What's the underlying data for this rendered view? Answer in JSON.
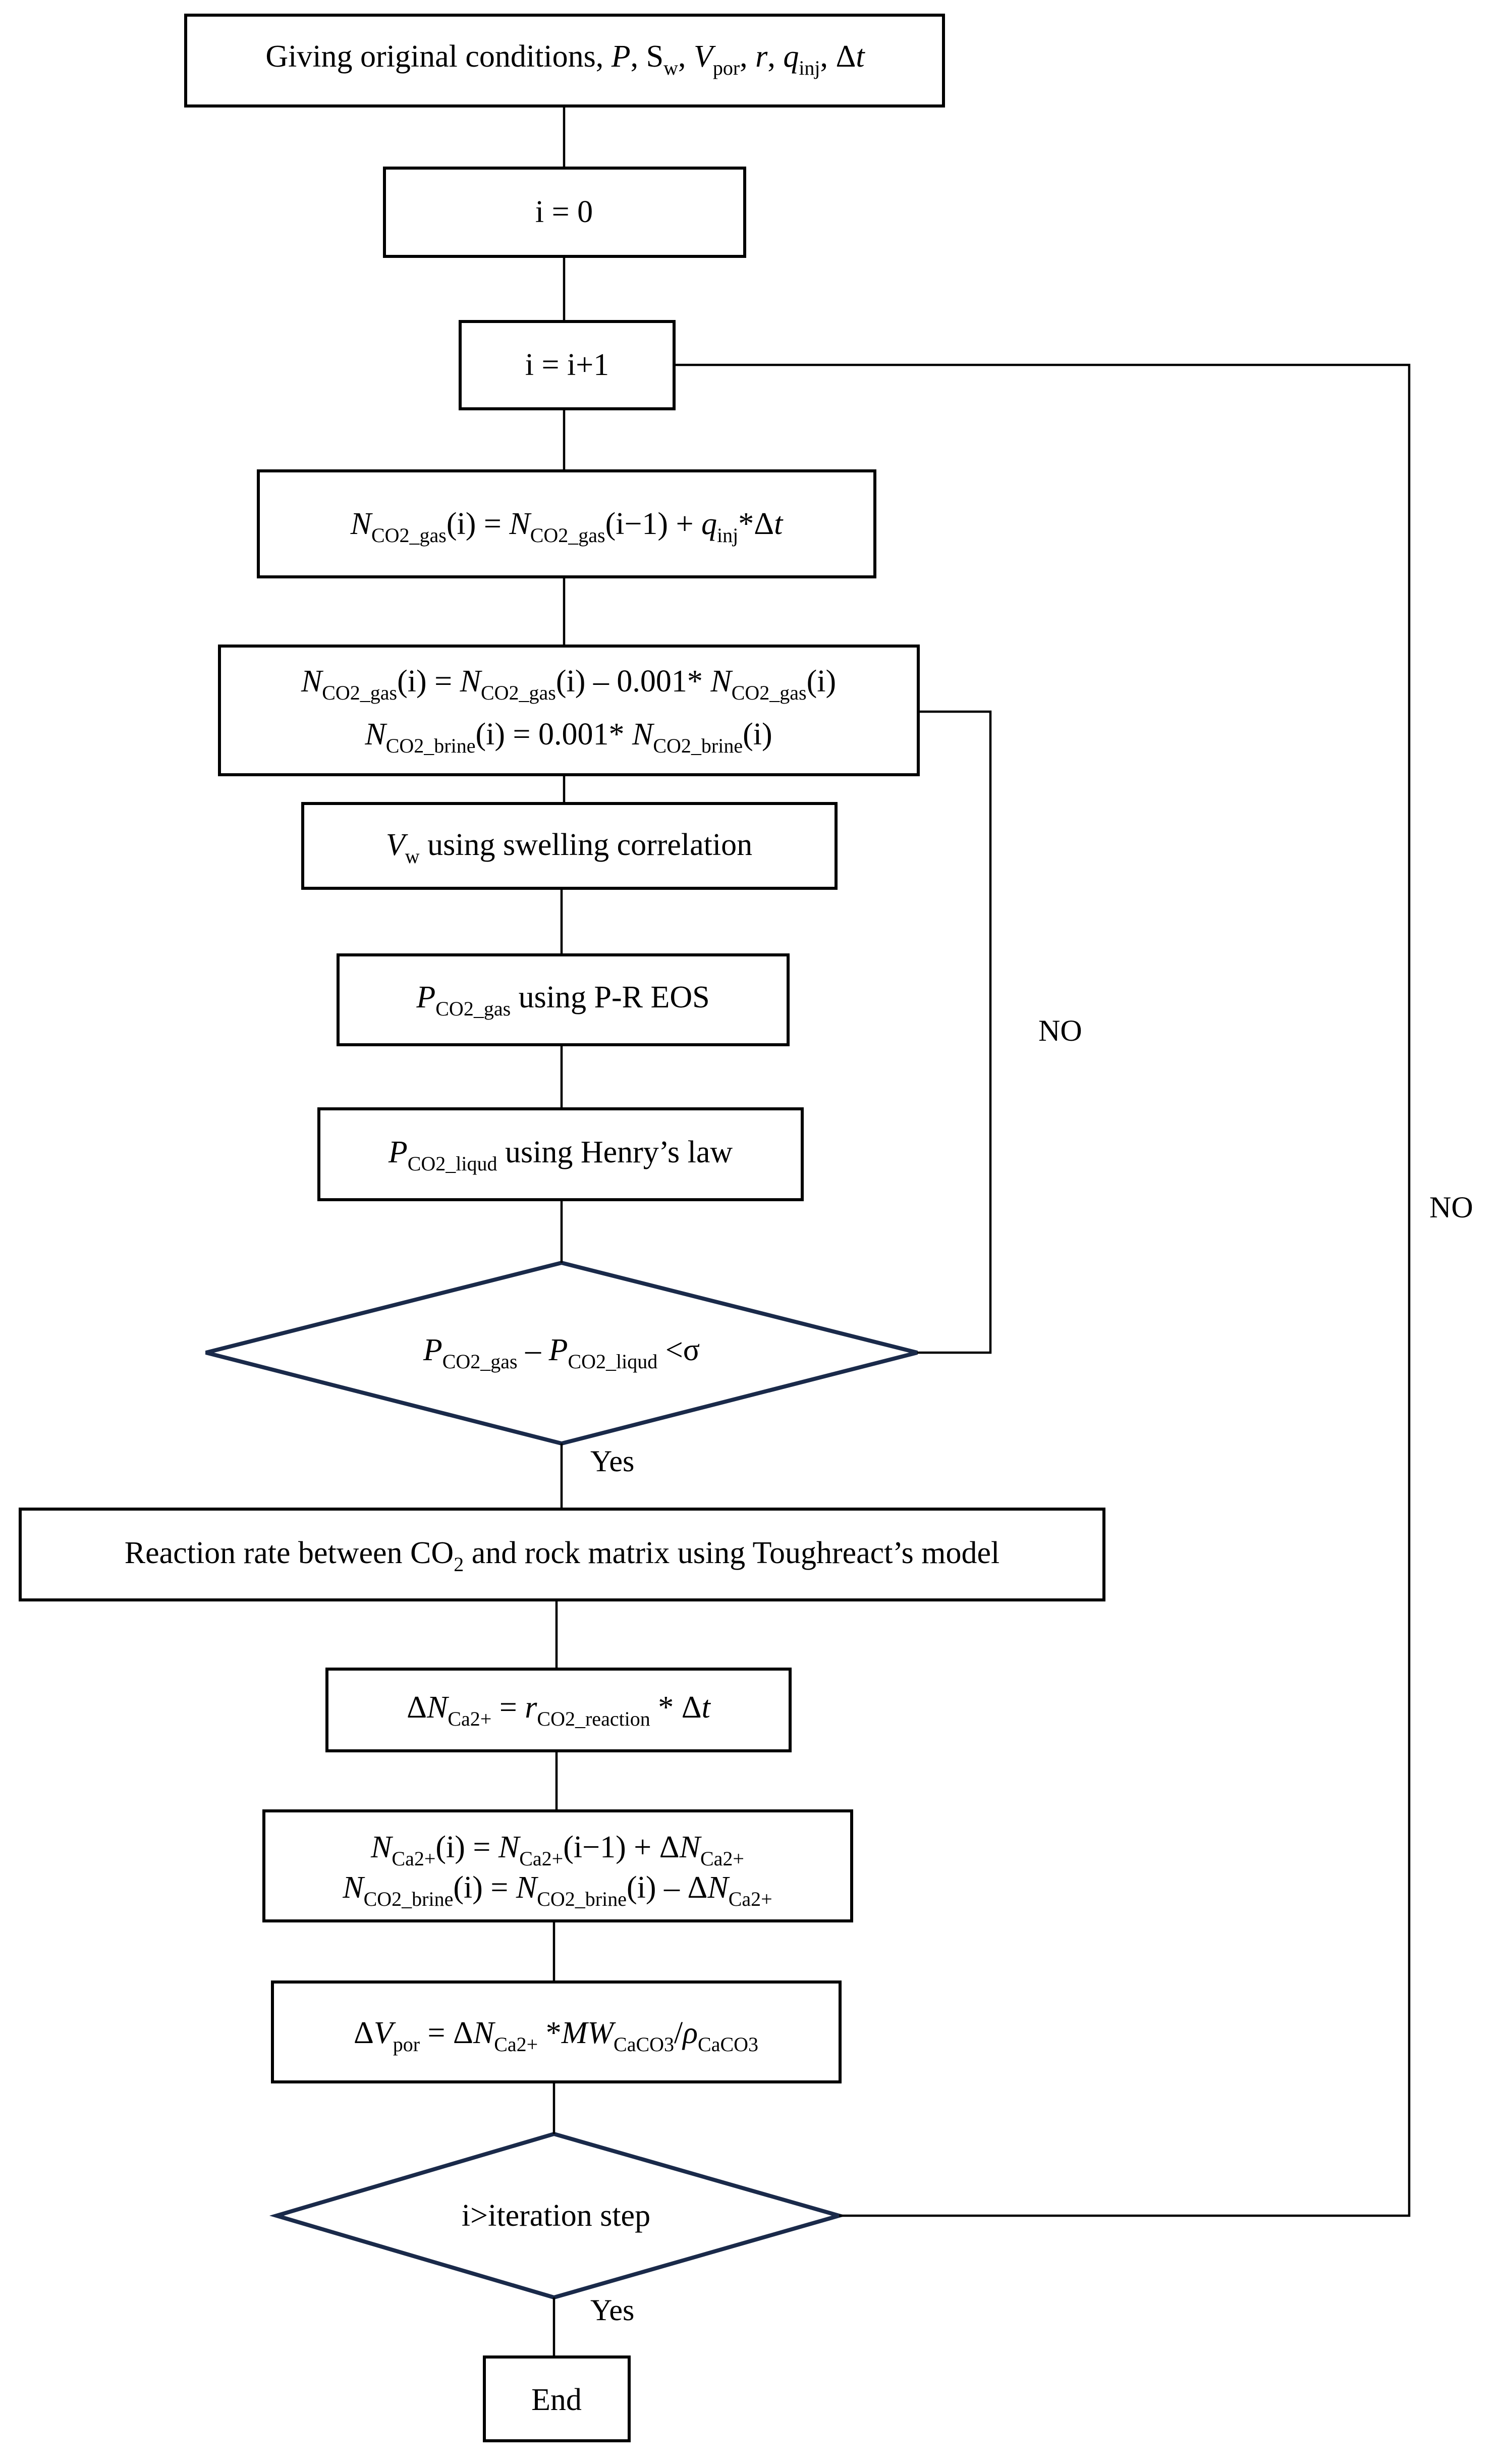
{
  "diagram": {
    "nodes": {
      "start": {
        "parts": [
          {
            "t": "Giving original conditions, "
          },
          {
            "t": "P",
            "s": "i"
          },
          {
            "t": ", S"
          },
          {
            "t": "w",
            "s": "sub"
          },
          {
            "t": ", "
          },
          {
            "t": "V",
            "s": "i"
          },
          {
            "t": "por",
            "s": "sub"
          },
          {
            "t": ", "
          },
          {
            "t": "r",
            "s": "i"
          },
          {
            "t": ", "
          },
          {
            "t": "q",
            "s": "i"
          },
          {
            "t": "inj",
            "s": "sub"
          },
          {
            "t": ", Δ"
          },
          {
            "t": "t",
            "s": "i"
          }
        ]
      },
      "init_i": {
        "parts": [
          {
            "t": "i = 0"
          }
        ]
      },
      "incr_i": {
        "parts": [
          {
            "t": "i = i+1"
          }
        ]
      },
      "n_gas": {
        "parts": [
          {
            "t": "N",
            "s": "i"
          },
          {
            "t": "CO2_gas",
            "s": "sub"
          },
          {
            "t": "(i) = "
          },
          {
            "t": "N",
            "s": "i"
          },
          {
            "t": "CO2_gas",
            "s": "sub"
          },
          {
            "t": "(i−1) + "
          },
          {
            "t": "q",
            "s": "i"
          },
          {
            "t": "inj",
            "s": "sub"
          },
          {
            "t": "*Δ"
          },
          {
            "t": "t",
            "s": "i"
          }
        ]
      },
      "transfer_line1": {
        "parts": [
          {
            "t": "N",
            "s": "i"
          },
          {
            "t": "CO2_gas",
            "s": "sub"
          },
          {
            "t": "(i) = "
          },
          {
            "t": "N",
            "s": "i"
          },
          {
            "t": "CO2_gas",
            "s": "sub"
          },
          {
            "t": "(i) – 0.001* "
          },
          {
            "t": "N",
            "s": "i"
          },
          {
            "t": "CO2_gas",
            "s": "sub"
          },
          {
            "t": "(i)"
          }
        ]
      },
      "transfer_line2": {
        "parts": [
          {
            "t": "N",
            "s": "i"
          },
          {
            "t": "CO2_brine",
            "s": "sub"
          },
          {
            "t": "(i) = 0.001* "
          },
          {
            "t": "N",
            "s": "i"
          },
          {
            "t": "CO2_brine",
            "s": "sub"
          },
          {
            "t": "(i)"
          }
        ]
      },
      "swelling": {
        "parts": [
          {
            "t": "V",
            "s": "i"
          },
          {
            "t": "w",
            "s": "sub"
          },
          {
            "t": " using swelling correlation"
          }
        ]
      },
      "pr_eos": {
        "parts": [
          {
            "t": "P",
            "s": "i"
          },
          {
            "t": "CO2_gas",
            "s": "sub"
          },
          {
            "t": " using P-R EOS"
          }
        ]
      },
      "henry": {
        "parts": [
          {
            "t": "P",
            "s": "i"
          },
          {
            "t": "CO2_liqud",
            "s": "sub"
          },
          {
            "t": " using Henry’s law"
          }
        ]
      },
      "check_pressure": {
        "parts": [
          {
            "t": "P",
            "s": "i"
          },
          {
            "t": "CO2_gas",
            "s": "sub"
          },
          {
            "t": " – "
          },
          {
            "t": "P",
            "s": "i"
          },
          {
            "t": "CO2_liqud",
            "s": "sub"
          },
          {
            "t": " <σ"
          }
        ]
      },
      "reaction": {
        "parts": [
          {
            "t": "Reaction rate between CO"
          },
          {
            "t": "2",
            "s": "sub"
          },
          {
            "t": " and rock matrix using Toughreact’s model"
          }
        ]
      },
      "delta_ca": {
        "parts": [
          {
            "t": "Δ"
          },
          {
            "t": "N",
            "s": "i"
          },
          {
            "t": "Ca2+",
            "s": "sub"
          },
          {
            "t": " = "
          },
          {
            "t": "r",
            "s": "i"
          },
          {
            "t": "CO2_reaction",
            "s": "sub"
          },
          {
            "t": " * Δ"
          },
          {
            "t": "t",
            "s": "i"
          }
        ]
      },
      "update_line1": {
        "parts": [
          {
            "t": "N",
            "s": "i"
          },
          {
            "t": "Ca2+",
            "s": "sub"
          },
          {
            "t": "(i) = "
          },
          {
            "t": "N",
            "s": "i"
          },
          {
            "t": "Ca2+",
            "s": "sub"
          },
          {
            "t": "(i−1) + Δ"
          },
          {
            "t": "N",
            "s": "i"
          },
          {
            "t": "Ca2+",
            "s": "sub"
          }
        ]
      },
      "update_line2": {
        "parts": [
          {
            "t": "N",
            "s": "i"
          },
          {
            "t": "CO2_brine",
            "s": "sub"
          },
          {
            "t": "(i) = "
          },
          {
            "t": "N",
            "s": "i"
          },
          {
            "t": "CO2_brine",
            "s": "sub"
          },
          {
            "t": "(i) – Δ"
          },
          {
            "t": "N",
            "s": "i"
          },
          {
            "t": "Ca2+",
            "s": "sub"
          }
        ]
      },
      "porosity": {
        "parts": [
          {
            "t": "Δ"
          },
          {
            "t": "V",
            "s": "i"
          },
          {
            "t": "por",
            "s": "sub"
          },
          {
            "t": " = Δ"
          },
          {
            "t": "N",
            "s": "i"
          },
          {
            "t": "Ca2+",
            "s": "sub"
          },
          {
            "t": " *"
          },
          {
            "t": "MW",
            "s": "i"
          },
          {
            "t": "CaCO3",
            "s": "sub"
          },
          {
            "t": "/"
          },
          {
            "t": "ρ",
            "s": "i"
          },
          {
            "t": "CaCO3",
            "s": "sub"
          }
        ]
      },
      "check_iter": {
        "parts": [
          {
            "t": "i>iteration step"
          }
        ]
      },
      "end": {
        "parts": [
          {
            "t": "End"
          }
        ]
      }
    },
    "edge_labels": {
      "no_inner": "NO",
      "no_outer": "NO",
      "yes_pressure": "Yes",
      "yes_iter": "Yes"
    }
  }
}
